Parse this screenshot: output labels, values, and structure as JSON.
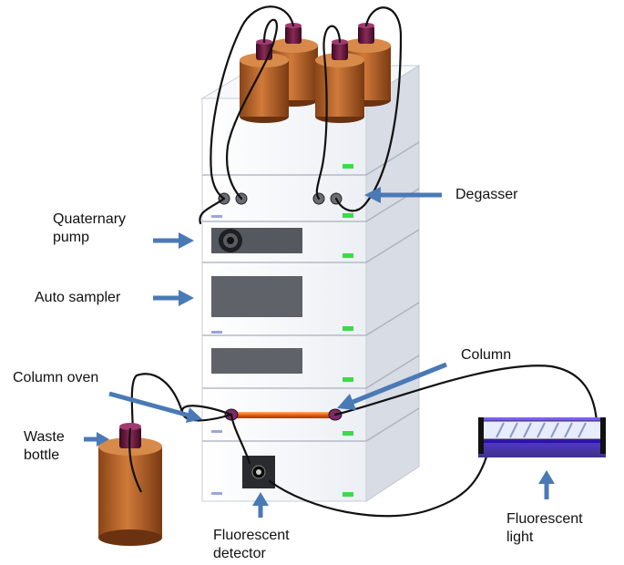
{
  "labels": {
    "degasser": "Degasser",
    "quaternary_pump": "Quaternary pump",
    "auto_sampler": "Auto sampler",
    "column": "Column",
    "column_oven": "Column oven",
    "waste_bottle": "Waste bottle",
    "fluorescent_detector": "Fluorescent detector",
    "fluorescent_light": "Fluorescent light"
  },
  "colors": {
    "arrow": "#4a7ab5",
    "bottle": "#b8652a",
    "cap": "#5a1a3a",
    "cabinet_front": "#f2f4f8",
    "cabinet_side": "#d9dde6",
    "led": "#3fd94a",
    "column_tube": "#e85a10",
    "uv_light": "#3b1fc8"
  },
  "icons": [
    "solvent-bottle-icon",
    "waste-bottle-icon",
    "uv-lamp-icon",
    "led-indicator-icon"
  ]
}
